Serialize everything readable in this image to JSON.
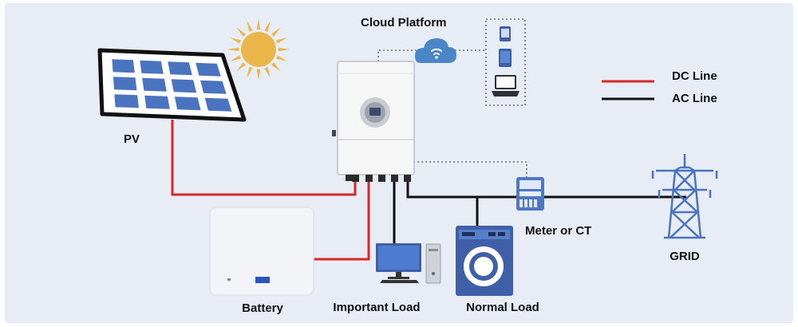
{
  "labels": {
    "pv": "PV",
    "cloud": "Cloud Platform",
    "battery": "Battery",
    "important_load": "Important Load",
    "normal_load": "Normal Load",
    "meter": "Meter or CT",
    "grid": "GRID"
  },
  "legend": {
    "dc": {
      "label": "DC Line",
      "color": "#d62828"
    },
    "ac": {
      "label": "AC Line",
      "color": "#111111"
    }
  },
  "colors": {
    "background": "#e8ecf5",
    "panel_blue": "#4a74c0",
    "sun": "#eab64a",
    "cloud": "#4a86c8",
    "device_blue": "#4a6fb5",
    "comm_line": "#555555"
  },
  "icons": [
    "sun-icon",
    "solar-panel-icon",
    "cloud-wifi-icon",
    "tablet-icon",
    "phone-icon",
    "laptop-icon",
    "inverter-icon",
    "battery-icon",
    "computer-icon",
    "washing-machine-icon",
    "meter-icon",
    "transmission-tower-icon"
  ]
}
